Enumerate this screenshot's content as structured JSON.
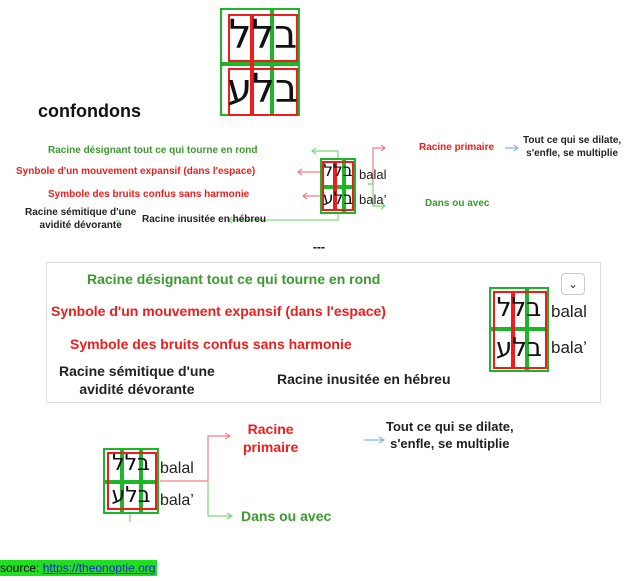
{
  "title": "confondons",
  "hebrew": {
    "row1": "בלל",
    "row2": "בלע"
  },
  "translit": {
    "row1": "balal",
    "row2": "bala’"
  },
  "labels": {
    "tourne": "Racine désignant tout ce qui tourne en rond",
    "expansif": "Synbole d'un mouvement expansif (dans l'espace)",
    "bruits": "Symbole des bruits confus sans harmonie",
    "semitique_1": "Racine sémitique d'une",
    "semitique_2": "avidité dévorante",
    "inusitee": "Racine inusitée en hébreu",
    "primaire": "Racine primaire",
    "primaire_1": "Racine",
    "primaire_2": "primaire",
    "dilate_1": "Tout ce qui se dilate,",
    "dilate_2": "s'enfle, se multiplie",
    "dans": "Dans ou avec"
  },
  "separator": "---",
  "dropdown_icon": "chevron-down-icon",
  "source": {
    "label": "source: ",
    "link": "https://theonoptie.org"
  },
  "colors": {
    "green": "#1fb52a",
    "red": "#ee1c1c",
    "source_bg": "#1ee01e"
  }
}
